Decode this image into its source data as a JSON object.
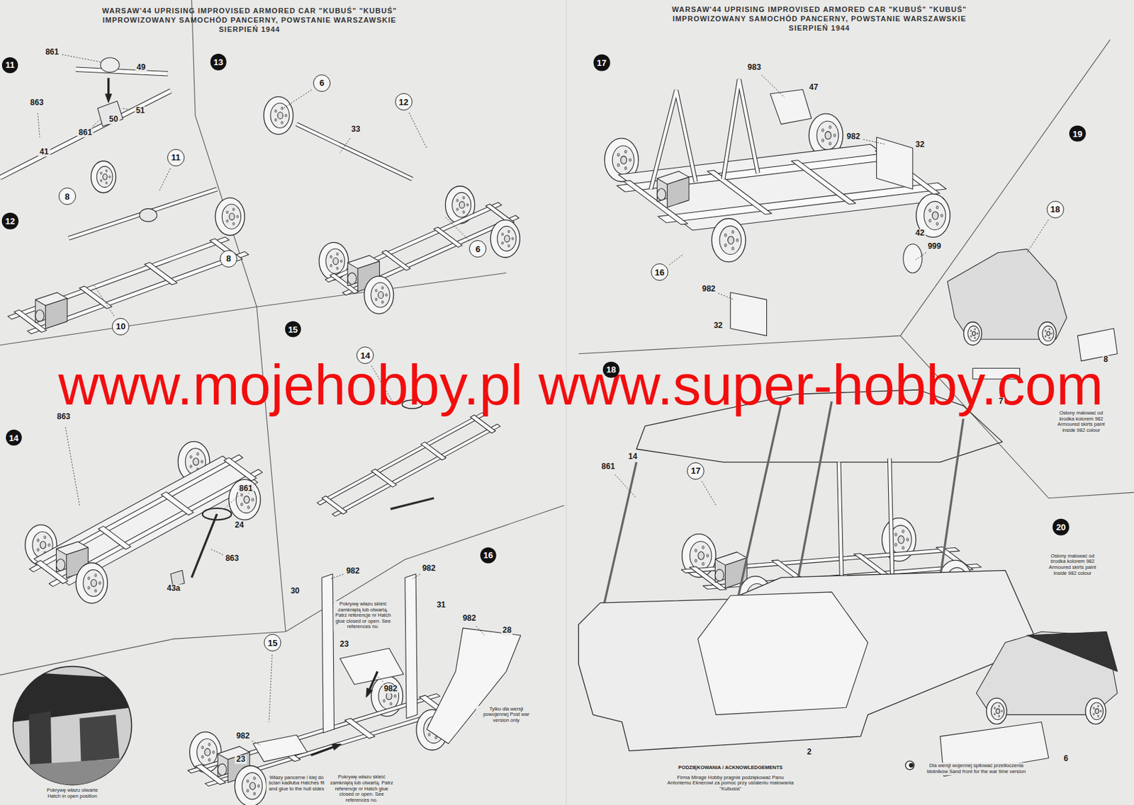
{
  "diagram": {
    "title": "WARSAW'44 UPRISING IMPROVISED ARMORED CAR \"KUBUŚ\" \"KUBUŚ\" IMPROWIZOWANY SAMOCHÓD PANCERNY, POWSTANIE WARSZAWSKIE SIERPIEŃ 1944",
    "nodes": [
      {
        "text": [
          "11"
        ]
      },
      {
        "text": [
          "13"
        ]
      },
      {
        "text": [
          "6"
        ]
      },
      {
        "text": [
          "12"
        ]
      },
      {
        "text": [
          "11"
        ]
      },
      {
        "text": [
          "8"
        ]
      },
      {
        "text": [
          "12"
        ]
      },
      {
        "text": [
          "8"
        ]
      },
      {
        "text": [
          "6"
        ]
      },
      {
        "text": [
          "10"
        ]
      },
      {
        "text": [
          "15"
        ]
      },
      {
        "text": [
          "14"
        ]
      },
      {
        "text": [
          "14"
        ]
      },
      {
        "text": [
          "16"
        ]
      },
      {
        "text": [
          "15"
        ]
      },
      {
        "text": [
          "17"
        ]
      },
      {
        "text": [
          "19"
        ]
      },
      {
        "text": [
          "18"
        ]
      },
      {
        "text": [
          "16"
        ]
      },
      {
        "text": [
          "18"
        ]
      },
      {
        "text": [
          "17"
        ]
      },
      {
        "text": [
          "20"
        ]
      }
    ],
    "labels": [
      "WARSAW'44 UPRISING IMPROVISED ARMORED CAR \"KUBUŚ\" \"KUBUŚ\" IMPROWIZOWANY SAMOCHÓD PANCERNY, POWSTANIE WARSZAWSKIE SIERPIEŃ 1944",
      "www.mojehobby.pl www.super-hobby.com",
      "861",
      "49",
      "863",
      "51",
      "861",
      "50",
      "41",
      "33",
      "863",
      "861",
      "24",
      "863",
      "43a",
      "983",
      "47",
      "982",
      "32",
      "42",
      "999",
      "982",
      "32",
      "8",
      "7",
      "861",
      "14",
      "982",
      "30",
      "982",
      "31",
      "982",
      "28",
      "23",
      "982",
      "982",
      "23",
      "2",
      "6",
      "Pokrywę włazu skleić zamkniętą lub otwartą. Patrz referencje nr Hatch glue closed or open. See references no.",
      "Tylko dla wersji powojennej Post war version only",
      "Włazy pancerne i klej do ścian kadłuba Hatches fit and glue to the hull sides",
      "Pokrywę włazu skleić zamkniętą lub otwartą. Patrz referencje nr Hatch glue closed or open. See references no.",
      "Pokrywę włazu otwarte Hatch in open position",
      "Osłony malować od środka kolorem 982 Armoured skirts paint inside 982 colour",
      "Osłony malować od środka kolorem 982 Armoured skirts paint inside 982 colour",
      "PODZIĘKOWANIA / ACKNOWLEDGEMENTS",
      "Firma Mirage Hobby pragnie podziękować Panu Antoniemu Eknerowi za pomoc przy ustaleniu malowania \"Kubusia\"",
      "Dla wersji wojennej spiłować przetłoczenia błotników Sand front for the war time version"
    ]
  }
}
